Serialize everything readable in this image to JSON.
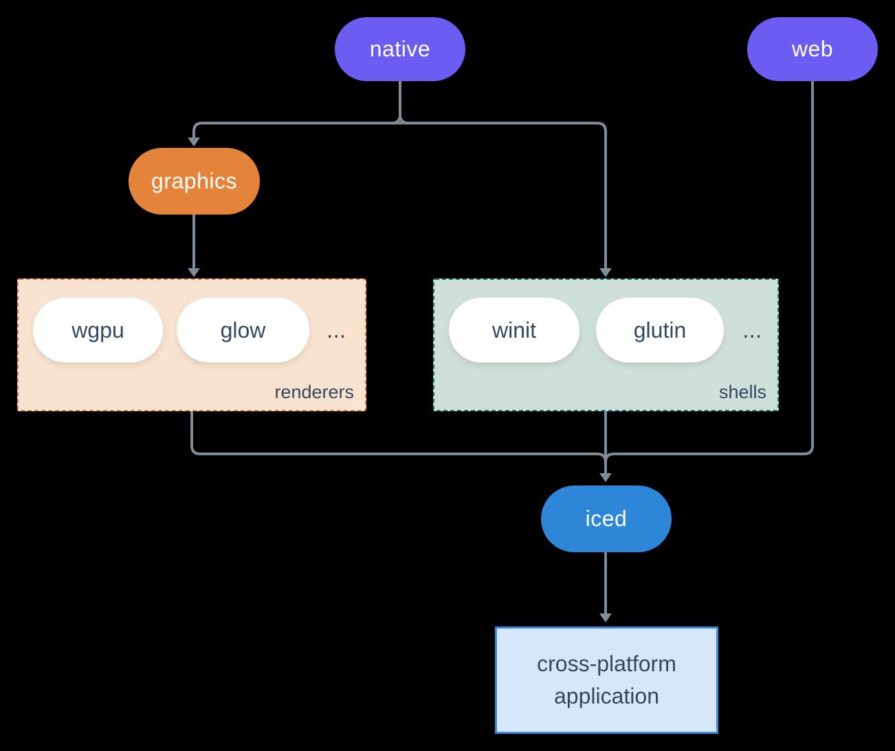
{
  "diagram": {
    "background_color": "#000000",
    "connector_color": "#7E8C9A",
    "nodes": {
      "native": {
        "label": "native",
        "color": "#6C5CF2",
        "text_color": "#FFFFFF"
      },
      "web": {
        "label": "web",
        "color": "#6C5CF2",
        "text_color": "#FFFFFF"
      },
      "graphics": {
        "label": "graphics",
        "color": "#E4833A",
        "text_color": "#FFFFFF"
      },
      "iced": {
        "label": "iced",
        "color": "#2D86D8",
        "text_color": "#FFFFFF"
      },
      "application": {
        "label": "cross-platform application",
        "bg_color": "#D5E7F8",
        "border_color": "#3A8BDD",
        "text_color": "#35495E"
      }
    },
    "groups": {
      "renderers": {
        "label": "renderers",
        "bg_color": "#F8E3D1",
        "border_color": "#E0813C",
        "items": [
          {
            "label": "wgpu"
          },
          {
            "label": "glow"
          }
        ],
        "ellipsis": "..."
      },
      "shells": {
        "label": "shells",
        "bg_color": "#CFE0DA",
        "border_color": "#1E7A6C",
        "items": [
          {
            "label": "winit"
          },
          {
            "label": "glutin"
          }
        ],
        "ellipsis": "..."
      }
    },
    "edges": [
      "native -> graphics",
      "native -> shells",
      "graphics -> renderers",
      "renderers -> iced",
      "shells -> iced",
      "web -> iced",
      "iced -> application"
    ]
  }
}
